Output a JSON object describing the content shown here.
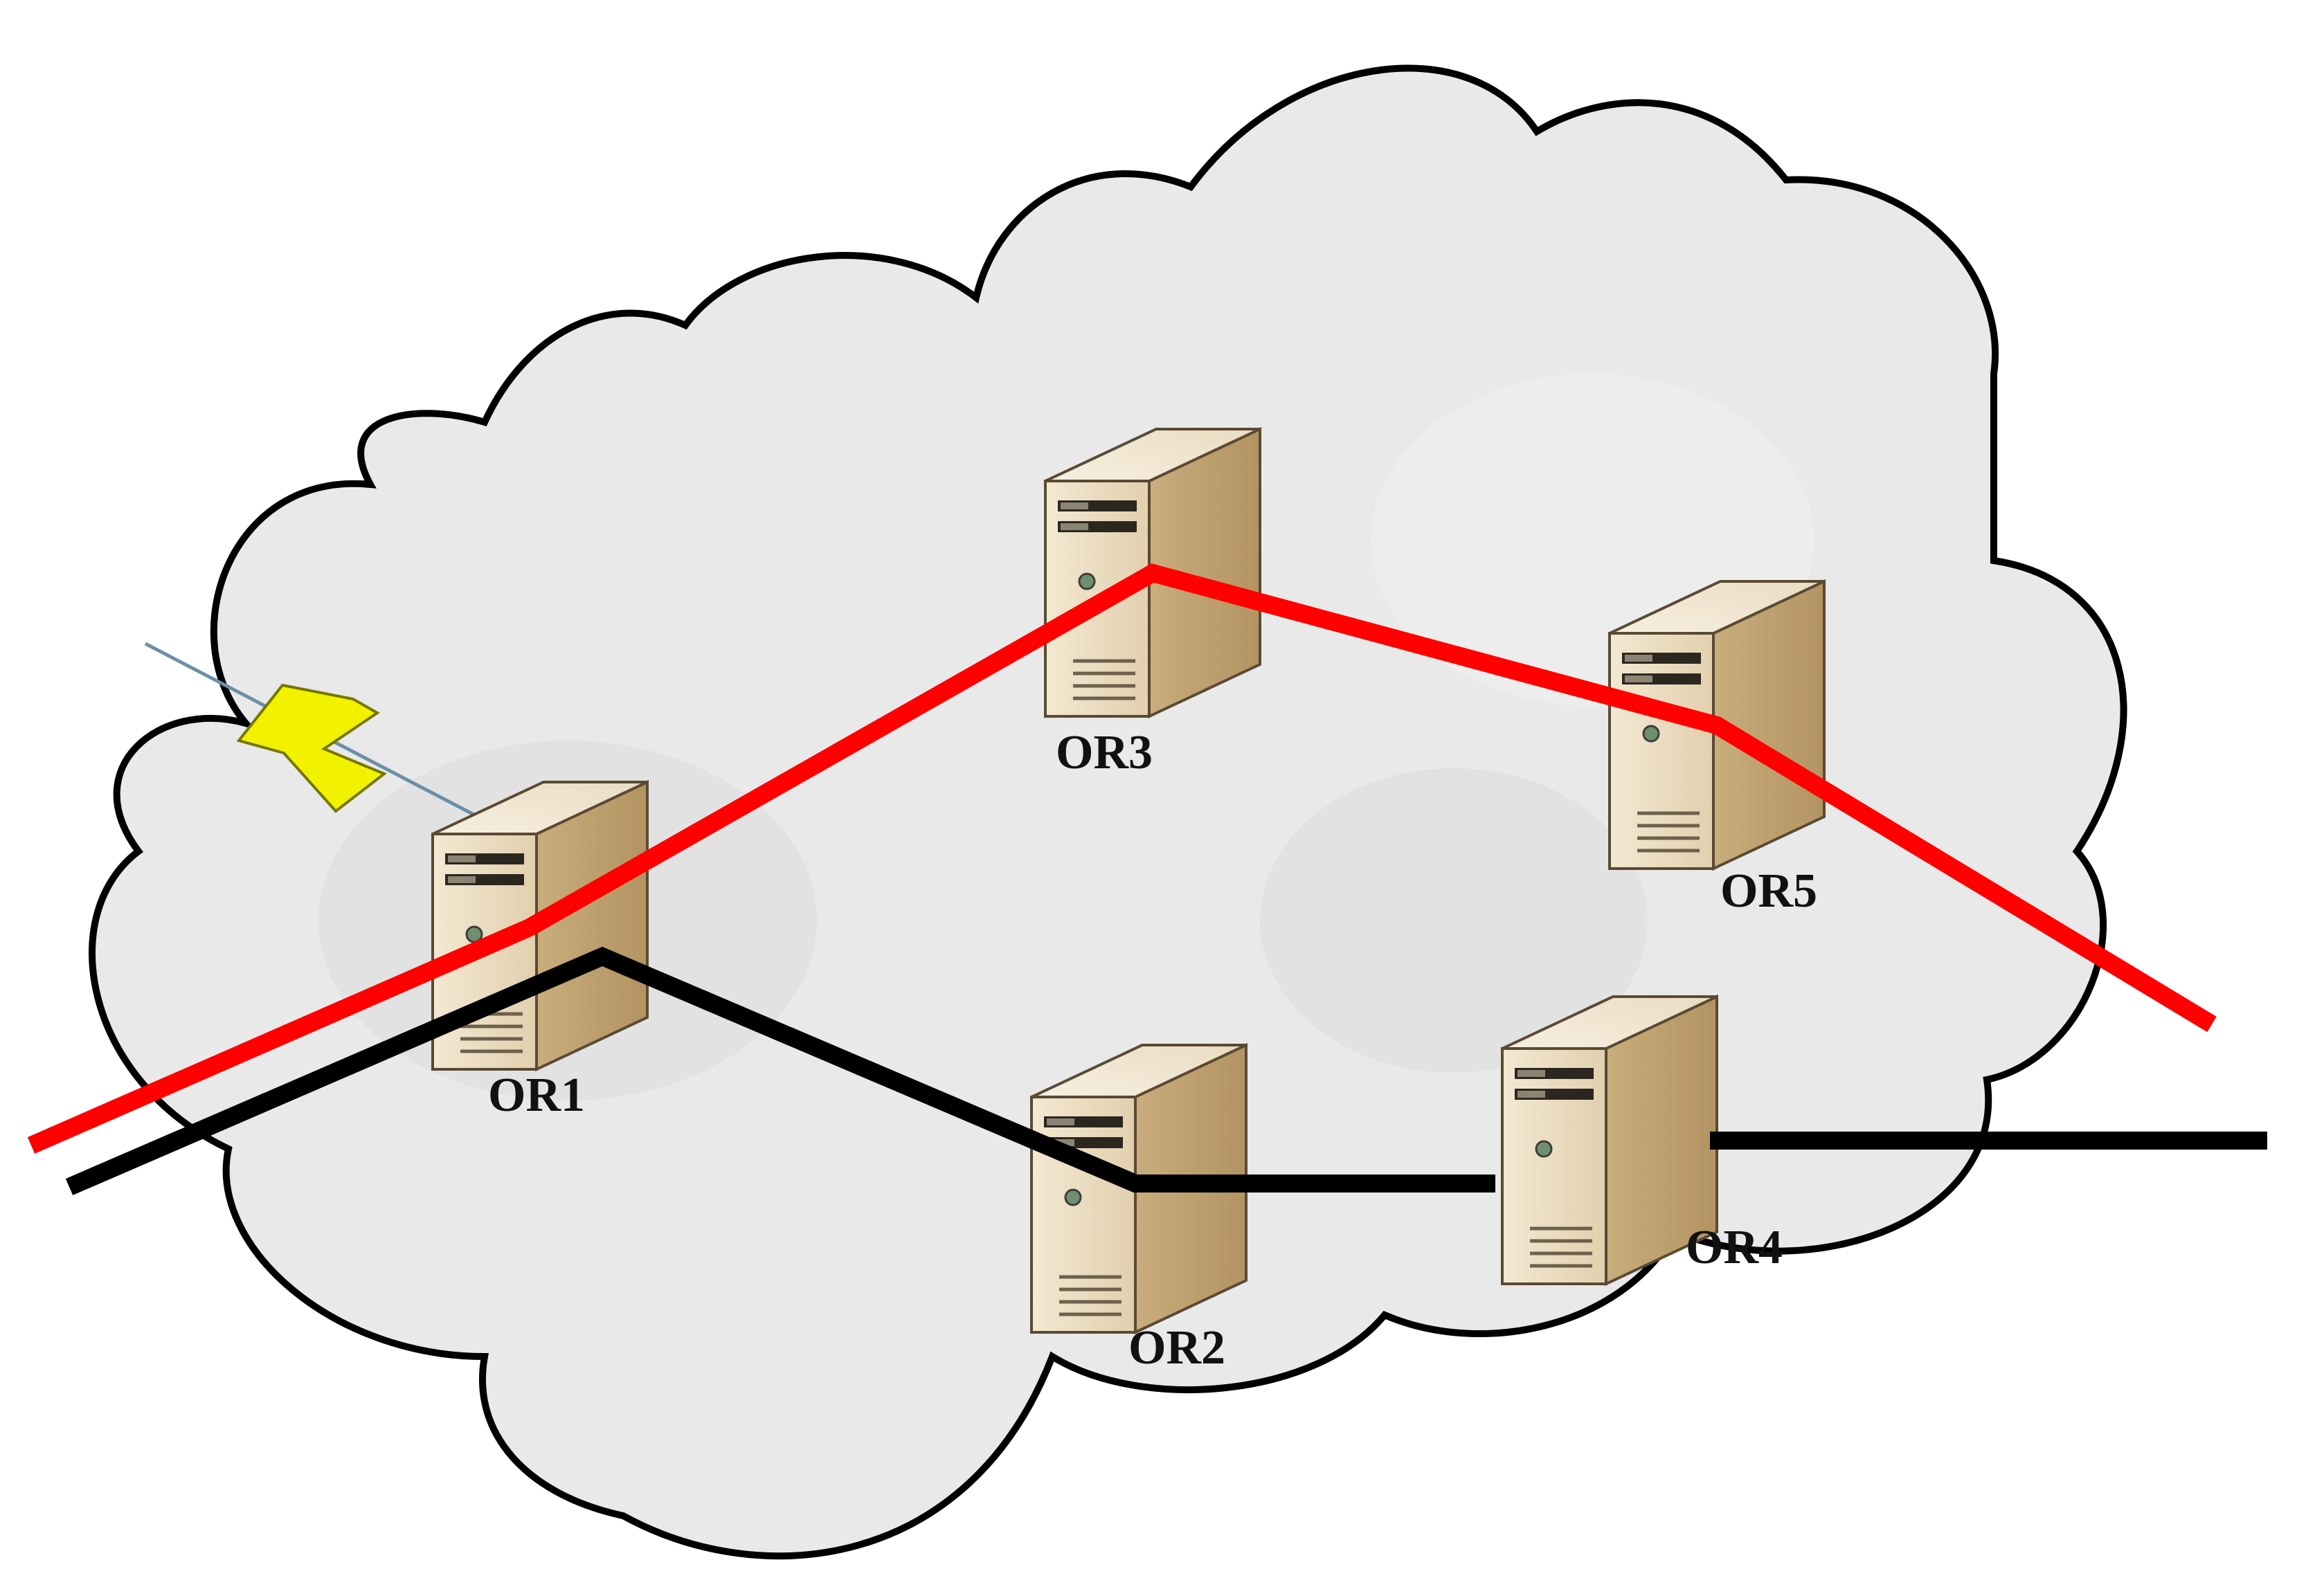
{
  "diagram": {
    "type": "network-diagram",
    "cloud_color": "#e9e9e9",
    "cloud_outline_color": "#000000",
    "colors": {
      "red_path": "#ff0000",
      "black_path": "#000000",
      "server_body": "#e0cfac",
      "lightning": "#f2f200"
    },
    "nodes": [
      {
        "id": "OR1",
        "label": "OR1",
        "icon": "server-icon"
      },
      {
        "id": "OR2",
        "label": "OR2",
        "icon": "server-icon"
      },
      {
        "id": "OR3",
        "label": "OR3",
        "icon": "server-icon"
      },
      {
        "id": "OR4",
        "label": "OR4",
        "icon": "server-icon"
      },
      {
        "id": "OR5",
        "label": "OR5",
        "icon": "server-icon"
      }
    ],
    "paths": [
      {
        "name": "red-path",
        "color": "#ff0000",
        "route": [
          "OR1",
          "OR3",
          "OR5"
        ]
      },
      {
        "name": "black-path",
        "color": "#000000",
        "route": [
          "OR1",
          "OR2",
          "OR4"
        ]
      }
    ],
    "wireless_icon": "lightning-bolt-icon"
  }
}
